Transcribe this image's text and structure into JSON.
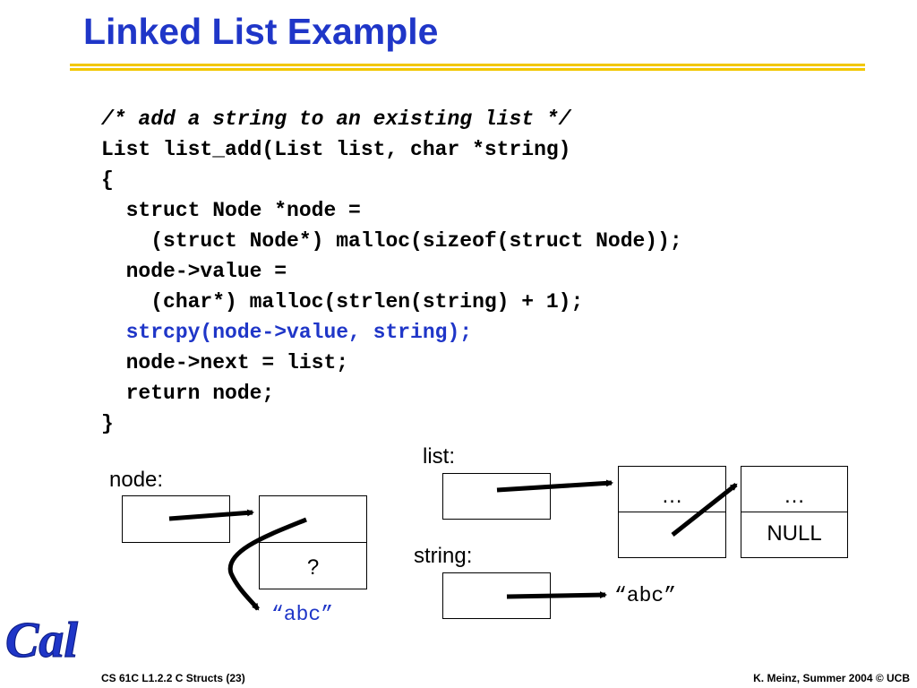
{
  "slide": {
    "title": "Linked List Example",
    "code_lines": [
      "/* add a string to an existing list */",
      "List list_add(List list, char *string)",
      "{",
      "  struct Node *node =",
      "    (struct Node*) malloc(sizeof(struct Node));",
      "  node->value =",
      "    (char*) malloc(strlen(string) + 1);",
      "  strcpy(node->value, string);",
      "  node->next = list;",
      "  return node;",
      "}"
    ],
    "colors": {
      "title": "#1f36c8",
      "highlight": "#1f36c8",
      "rule": "#f2c700",
      "logo": "#1f36c8"
    }
  },
  "diagram": {
    "node_label": "node:",
    "node_next_value": "?",
    "node_string": "“abc”",
    "list_label": "list:",
    "list_node1_value": "…",
    "list_node2_value": "…",
    "list_node2_next": "NULL",
    "string_label": "string:",
    "string_value": "“abc”"
  },
  "footer": {
    "left": "CS 61C L1.2.2 C Structs (23)",
    "right": "K. Meinz, Summer 2004 © UCB"
  },
  "logo": {
    "icon": "cal-logo-icon",
    "text": "Cal"
  }
}
